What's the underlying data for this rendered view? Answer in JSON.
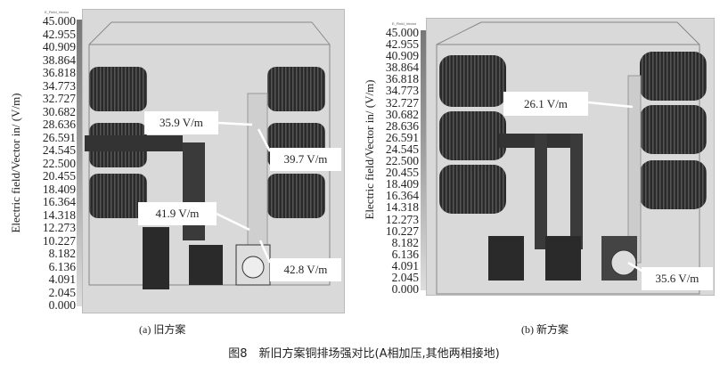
{
  "panels": [
    {
      "id": "a",
      "legend_title": "E_Field_Vector",
      "ylabel": "Electric field/Vector in/ (V/m)",
      "caption": "(a) 旧方案",
      "scale": [
        "45.000",
        "42.955",
        "40.909",
        "38.864",
        "36.818",
        "34.773",
        "32.727",
        "30.682",
        "28.636",
        "26.591",
        "24.545",
        "22.500",
        "20.455",
        "18.409",
        "16.364",
        "14.318",
        "12.273",
        "10.227",
        "8.182",
        "6.136",
        "4.091",
        "2.045",
        "0.000"
      ],
      "annotations": [
        "35.9 V/m",
        "39.7 V/m",
        "41.9 V/m",
        "42.8 V/m"
      ]
    },
    {
      "id": "b",
      "legend_title": "E_Field_Vector",
      "ylabel": "Electric field/Vector in/ (V/m)",
      "caption": "(b) 新方案",
      "scale": [
        "45.000",
        "42.955",
        "40.909",
        "38.864",
        "36.818",
        "34.773",
        "32.727",
        "30.682",
        "28.636",
        "26.591",
        "24.545",
        "22.500",
        "20.455",
        "18.409",
        "16.364",
        "14.318",
        "12.273",
        "10.227",
        "8.182",
        "6.136",
        "4.091",
        "2.045",
        "0.000"
      ],
      "annotations": [
        "26.1 V/m",
        "35.6 V/m"
      ]
    }
  ],
  "figure_caption": "图8　新旧方案铜排场强对比(A相加压,其他两相接地)"
}
